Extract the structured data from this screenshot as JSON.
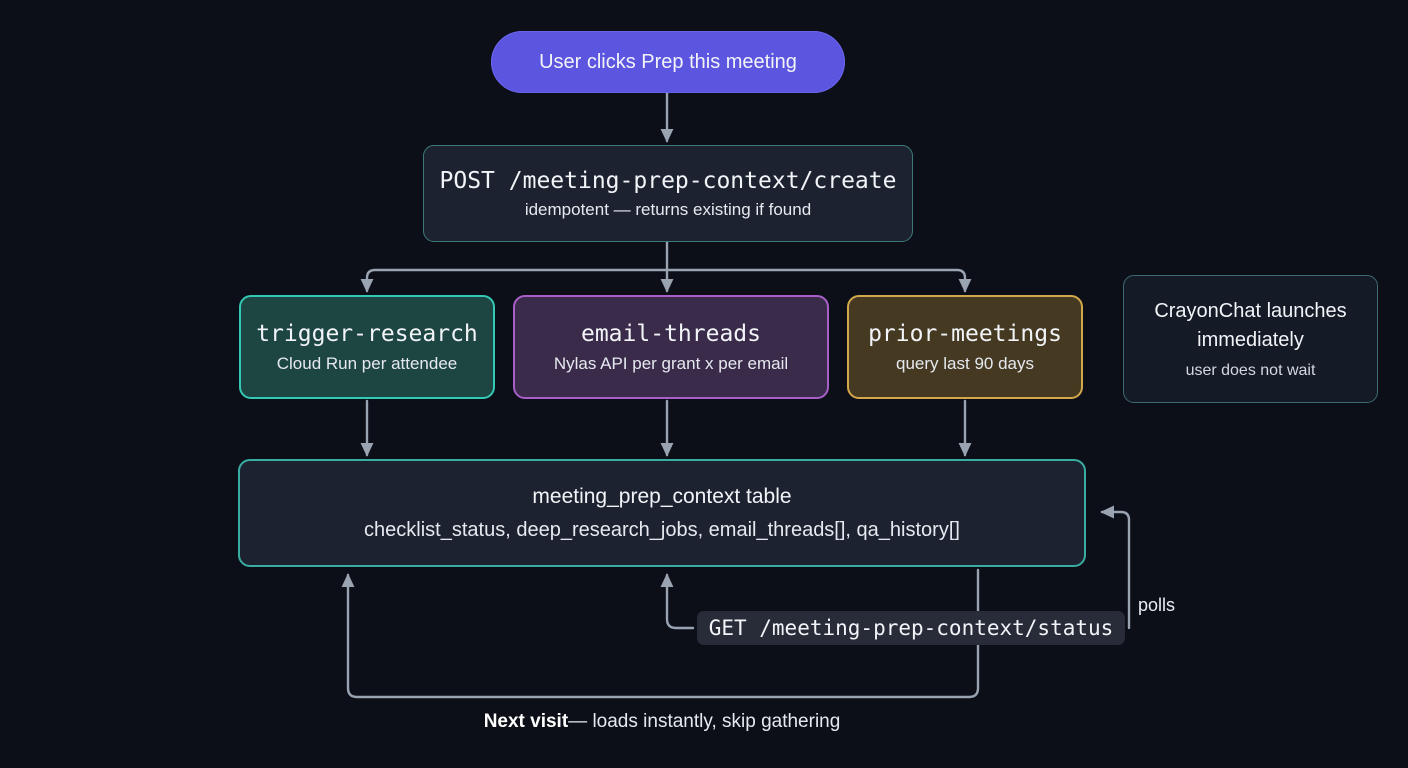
{
  "diagram": {
    "background_color": "#0c0f17",
    "start": {
      "label": "User clicks Prep this meeting",
      "color": "#5b55e0"
    },
    "post_endpoint": {
      "title": "POST /meeting-prep-context/create",
      "subtitle": "idempotent — returns existing if found",
      "border_color": "#3c7a77"
    },
    "parallel_jobs": [
      {
        "title": "trigger-research",
        "subtitle": "Cloud Run per attendee",
        "border_color": "#34c9b5",
        "fill_color": "#1d4642"
      },
      {
        "title": "email-threads",
        "subtitle": "Nylas API per grant x per email",
        "border_color": "#a95fc9",
        "fill_color": "#3a2b4b"
      },
      {
        "title": "prior-meetings",
        "subtitle": "query last 90 days",
        "border_color": "#d3a84b",
        "fill_color": "#453922"
      }
    ],
    "side_note": {
      "line1": "CrayonChat launches",
      "line2": "immediately",
      "subtitle": "user does not wait",
      "border_color": "#3c6a72"
    },
    "store": {
      "title": "meeting_prep_context table",
      "subtitle": "checklist_status, deep_research_jobs, email_threads[], qa_history[]",
      "border_color": "#3aada3"
    },
    "status_endpoint": {
      "title": "GET /meeting-prep-context/status",
      "chip_color": "#272c38"
    },
    "polls_label": "polls",
    "next_visit": {
      "strong": "Next visit",
      "rest": " — loads instantly, skip gathering"
    },
    "edge_color": "#9aa3b2"
  }
}
